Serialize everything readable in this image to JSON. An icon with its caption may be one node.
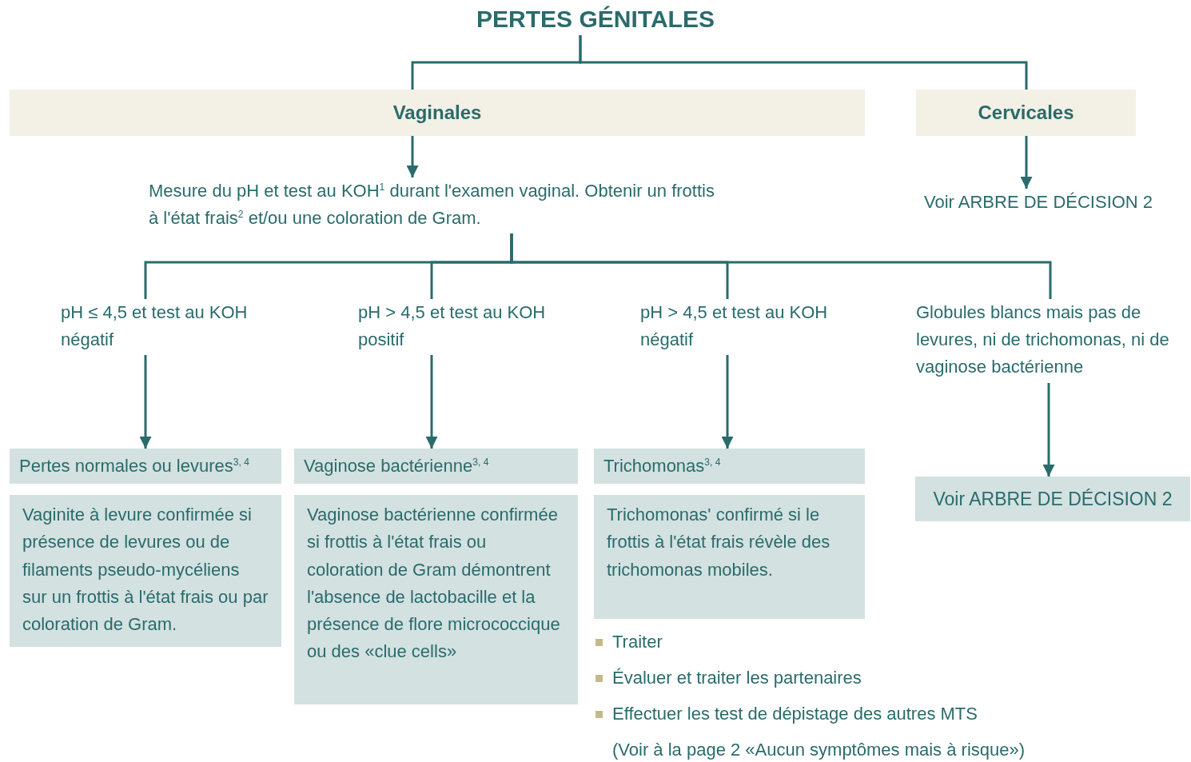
{
  "diagram": {
    "nodes": [
      {
        "text": [
          "PERTES GÉNITALES"
        ]
      },
      {
        "text": [
          "Vaginales"
        ]
      },
      {
        "text": [
          "Cervicales"
        ]
      },
      {
        "text": [
          "Mesure du pH et test au KOH$^{1}$ durant l'examen vaginal. Obtenir un frottis à l'état frais$^{2}$ et/ou une coloration de Gram."
        ]
      },
      {
        "text": [
          "Voir ARBRE DE DÉCISION 2"
        ]
      },
      {
        "text": [
          "pH ≤ 4,5 et test au KOH négatif"
        ]
      },
      {
        "text": [
          "pH > 4,5 et test au KOH positif"
        ]
      },
      {
        "text": [
          "pH > 4,5 et test au KOH négatif"
        ]
      },
      {
        "text": [
          "Globules blancs mais pas de levures, ni de trichomonas, ni de vaginose bactérienne"
        ]
      },
      {
        "text": [
          "Pertes normales ou levures$^{3, 4}$"
        ]
      },
      {
        "text": [
          "Vaginite à levure confirmée si présence de levures ou de filaments pseudo-mycéliens sur un frottis à l'état frais ou par coloration de Gram."
        ]
      },
      {
        "text": [
          "Vaginose bactérienne$^{3, 4}$"
        ]
      },
      {
        "text": [
          "Vaginose bactérienne confirmée si frottis à l'état frais ou coloration de Gram démontrent l'absence de lactobacille et la présence de flore micrococcique ou des «clue cells»"
        ]
      },
      {
        "text": [
          "Trichomonas$^{3, 4}$"
        ]
      },
      {
        "text": [
          "Trichomonas' confirmé si le frottis à l'état frais révèle des trichomonas mobiles."
        ]
      },
      {
        "text": [
          "Voir ARBRE DE DÉCISION 2"
        ]
      }
    ],
    "edges": [
      {
        "from": 0,
        "to": 1,
        "arrow": "none"
      },
      {
        "from": 0,
        "to": 2,
        "arrow": "none"
      },
      {
        "from": 1,
        "to": 3,
        "arrow": "to"
      },
      {
        "from": 2,
        "to": 4,
        "arrow": "to"
      },
      {
        "from": 3,
        "to": 5,
        "arrow": "none"
      },
      {
        "from": 3,
        "to": 6,
        "arrow": "none"
      },
      {
        "from": 3,
        "to": 7,
        "arrow": "none"
      },
      {
        "from": 3,
        "to": 8,
        "arrow": "none"
      },
      {
        "from": 5,
        "to": 9,
        "arrow": "to"
      },
      {
        "from": 6,
        "to": 11,
        "arrow": "to"
      },
      {
        "from": 7,
        "to": 13,
        "arrow": "to"
      },
      {
        "from": 8,
        "to": 15,
        "arrow": "to"
      }
    ],
    "labels": [
      "Traiter",
      "Évaluer et traiter les partenaires",
      "Effectuer les test de dépistage des autres MTS",
      "(Voir à la page 2 «Aucun symptômes mais à risque»)"
    ]
  }
}
